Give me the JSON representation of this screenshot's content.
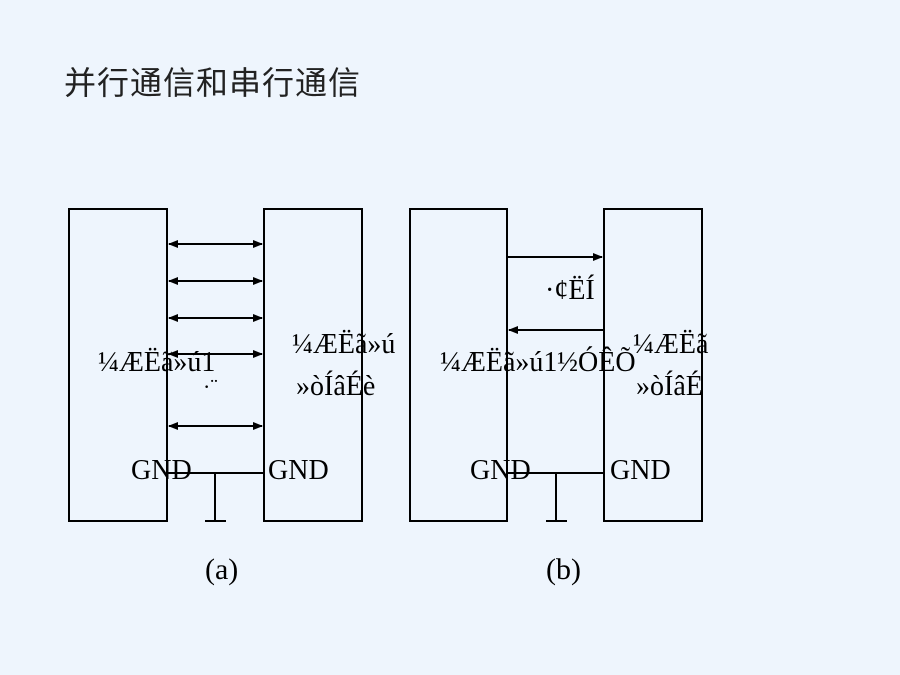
{
  "slide": {
    "title": "并行通信和串行通信"
  },
  "diagram_a": {
    "left_box_label": "¼ÆËã»ú1",
    "right_box_label_line1": "¼ÆËã»ú",
    "right_box_label_line2": "»òÍâÉè",
    "bus_label": "·¨",
    "gnd_left": "GND",
    "gnd_right": "GND",
    "caption": "(a)"
  },
  "diagram_b": {
    "left_box_label": "¼ÆËã»ú1",
    "right_box_label_line1": "¼ÆËã",
    "right_box_label_line2": "»òÍâÉ",
    "send_label": "·¢ËÍ",
    "receive_label": "½ÓÊÕ",
    "gnd_left": "GND",
    "gnd_right": "GND",
    "caption": "(b)"
  }
}
